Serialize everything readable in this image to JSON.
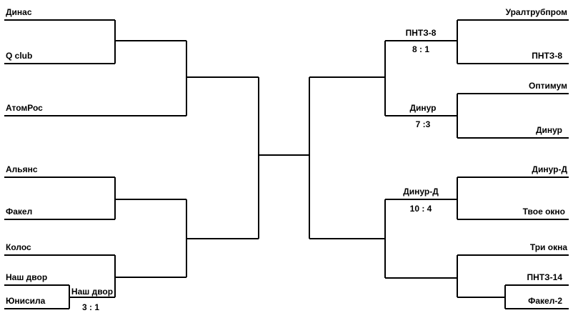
{
  "left": {
    "teams": [
      "Динас",
      "Q club",
      "АтомРос",
      "Альянс",
      "Факел",
      "Колос",
      "Наш двор",
      "Юнисила"
    ],
    "play_in": {
      "winner": "Наш двор",
      "score": "3 : 1"
    }
  },
  "right": {
    "teams": [
      "Уралтрубпром",
      "ПНТЗ-8",
      "Оптимум",
      "Динур",
      "Динур-Д",
      "Твое окно",
      "Три окна",
      "ПНТЗ-14",
      "Факел-2"
    ],
    "round2": [
      {
        "winner": "ПНТЗ-8",
        "score": "8 : 1"
      },
      {
        "winner": "Динур",
        "score": "7 :3"
      },
      {
        "winner": "Динур-Д",
        "score": "10 : 4"
      }
    ]
  }
}
